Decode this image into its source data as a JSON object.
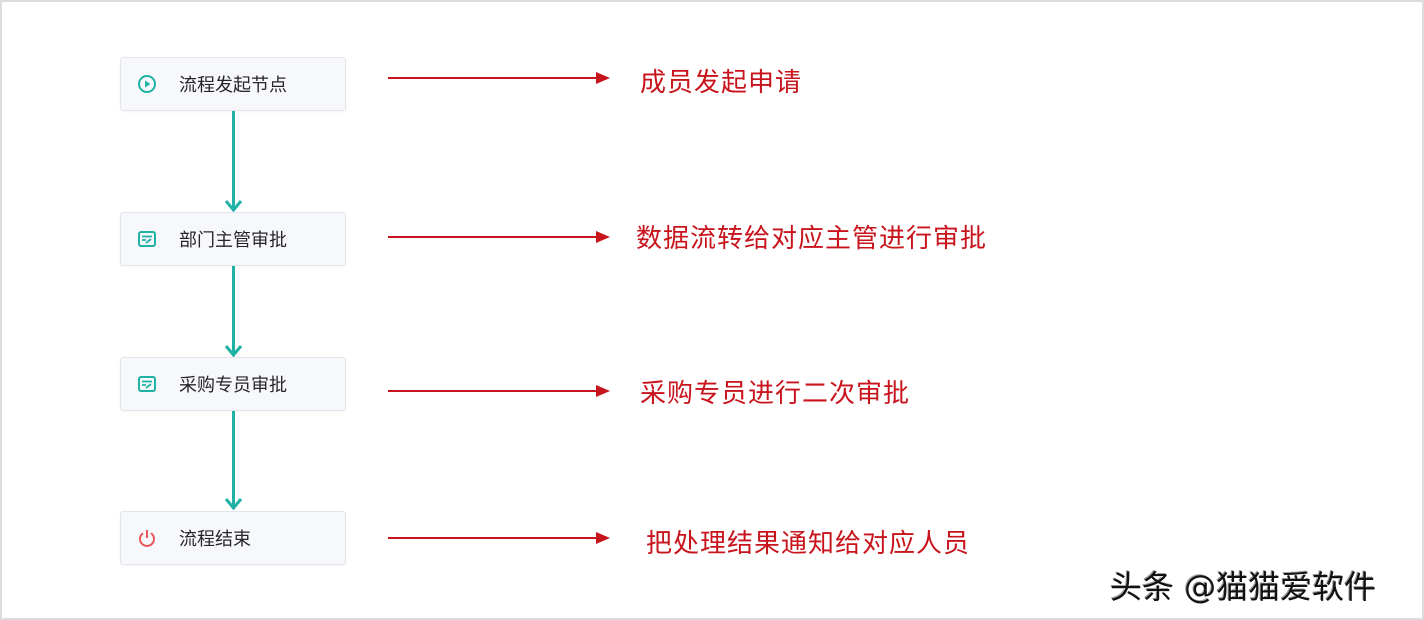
{
  "diagram": {
    "nodes": [
      {
        "label": "流程发起节点",
        "icon": "play-circle-icon",
        "icon_color": "#20b2a4"
      },
      {
        "label": "部门主管审批",
        "icon": "approval-form-icon",
        "icon_color": "#20b2a4"
      },
      {
        "label": "采购专员审批",
        "icon": "approval-form-icon",
        "icon_color": "#20b2a4"
      },
      {
        "label": "流程结束",
        "icon": "power-icon",
        "icon_color": "#e8575a"
      }
    ],
    "annotations": [
      {
        "text": "成员发起申请"
      },
      {
        "text": "数据流转给对应主管进行审批"
      },
      {
        "text": "采购专员进行二次审批"
      },
      {
        "text": "把处理结果通知给对应人员"
      }
    ],
    "colors": {
      "connector": "#20b2a4",
      "annotation": "#c8141c"
    }
  },
  "watermark": "头条 @猫猫爱软件"
}
